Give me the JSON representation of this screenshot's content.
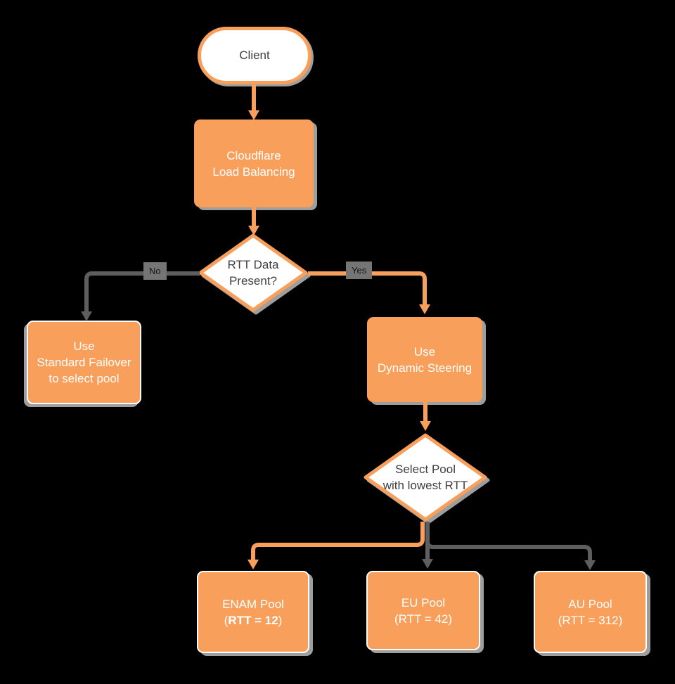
{
  "title": "Cloudflare Load Balancing decision flowchart",
  "colors": {
    "background": "#000000",
    "node_orange": "#F89F5B",
    "node_white_fill": "#FFFFFF",
    "connector_orange": "#F89F5B",
    "connector_gray": "#5E5E5E",
    "shadow_gray": "#9E9E9E",
    "text_on_orange": "#FFFFFF",
    "text_on_white": "#3F3F3F",
    "edge_label_bg": "#757575",
    "edge_label_text": "#141414"
  },
  "nodes": {
    "client": {
      "type": "terminator",
      "label": "Client"
    },
    "load_balancer": {
      "type": "process",
      "lines": [
        "Cloudflare",
        "Load Balancing"
      ]
    },
    "rtt_decision": {
      "type": "decision",
      "lines": [
        "RTT Data",
        "Present?"
      ]
    },
    "standard_failover": {
      "type": "process",
      "lines": [
        "Use",
        "Standard Failover",
        "to select pool"
      ]
    },
    "dynamic_steering": {
      "type": "process",
      "lines": [
        "Use",
        "Dynamic Steering"
      ]
    },
    "select_pool": {
      "type": "decision",
      "lines": [
        "Select Pool",
        "with lowest RTT"
      ]
    },
    "enam_pool": {
      "type": "process",
      "line1": "ENAM Pool",
      "line2_open": "(",
      "line2_bold": "RTT = 12",
      "line2_close": ")"
    },
    "eu_pool": {
      "type": "process",
      "lines": [
        "EU Pool",
        "(RTT = 42)"
      ]
    },
    "au_pool": {
      "type": "process",
      "lines": [
        "AU Pool",
        "(RTT = 312)"
      ]
    }
  },
  "edge_labels": {
    "no": "No",
    "yes": "Yes"
  }
}
